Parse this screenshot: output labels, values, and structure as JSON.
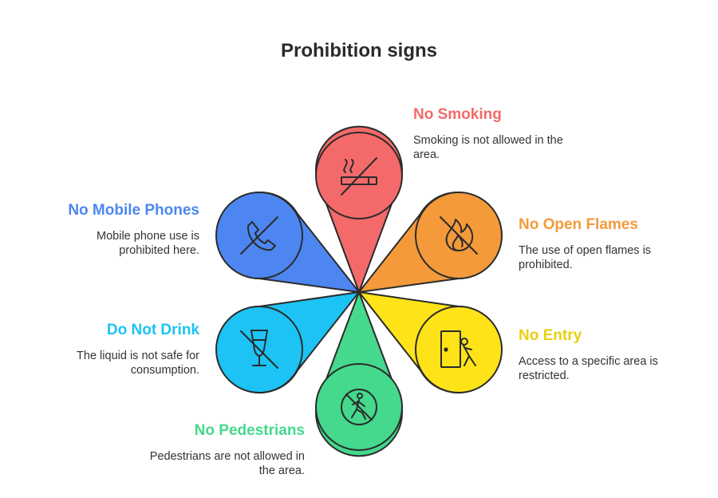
{
  "title": "Prohibition signs",
  "colors": {
    "no_smoking": "#f46a6a",
    "no_open_flames": "#f49a3a",
    "no_entry": "#fde318",
    "no_pedestrians": "#44d98c",
    "do_not_drink": "#1cc3f4",
    "no_mobile_phones": "#4d86f0"
  },
  "items": {
    "no_smoking": {
      "title": "No Smoking",
      "desc": "Smoking is not allowed in the area.",
      "icon": "no-smoking-icon"
    },
    "no_open_flames": {
      "title": "No Open Flames",
      "desc": "The use of open flames is prohibited.",
      "icon": "no-flame-icon"
    },
    "no_entry": {
      "title": "No Entry",
      "desc": "Access to a specific area is restricted.",
      "icon": "no-entry-icon"
    },
    "no_pedestrians": {
      "title": "No Pedestrians",
      "desc": "Pedestrians are not allowed in the area.",
      "icon": "no-pedestrian-icon"
    },
    "do_not_drink": {
      "title": "Do Not Drink",
      "desc": "The liquid is not safe for consumption.",
      "icon": "no-drink-icon"
    },
    "no_mobile_phones": {
      "title": "No Mobile Phones",
      "desc": "Mobile phone use is prohibited here.",
      "icon": "no-phone-icon"
    }
  }
}
